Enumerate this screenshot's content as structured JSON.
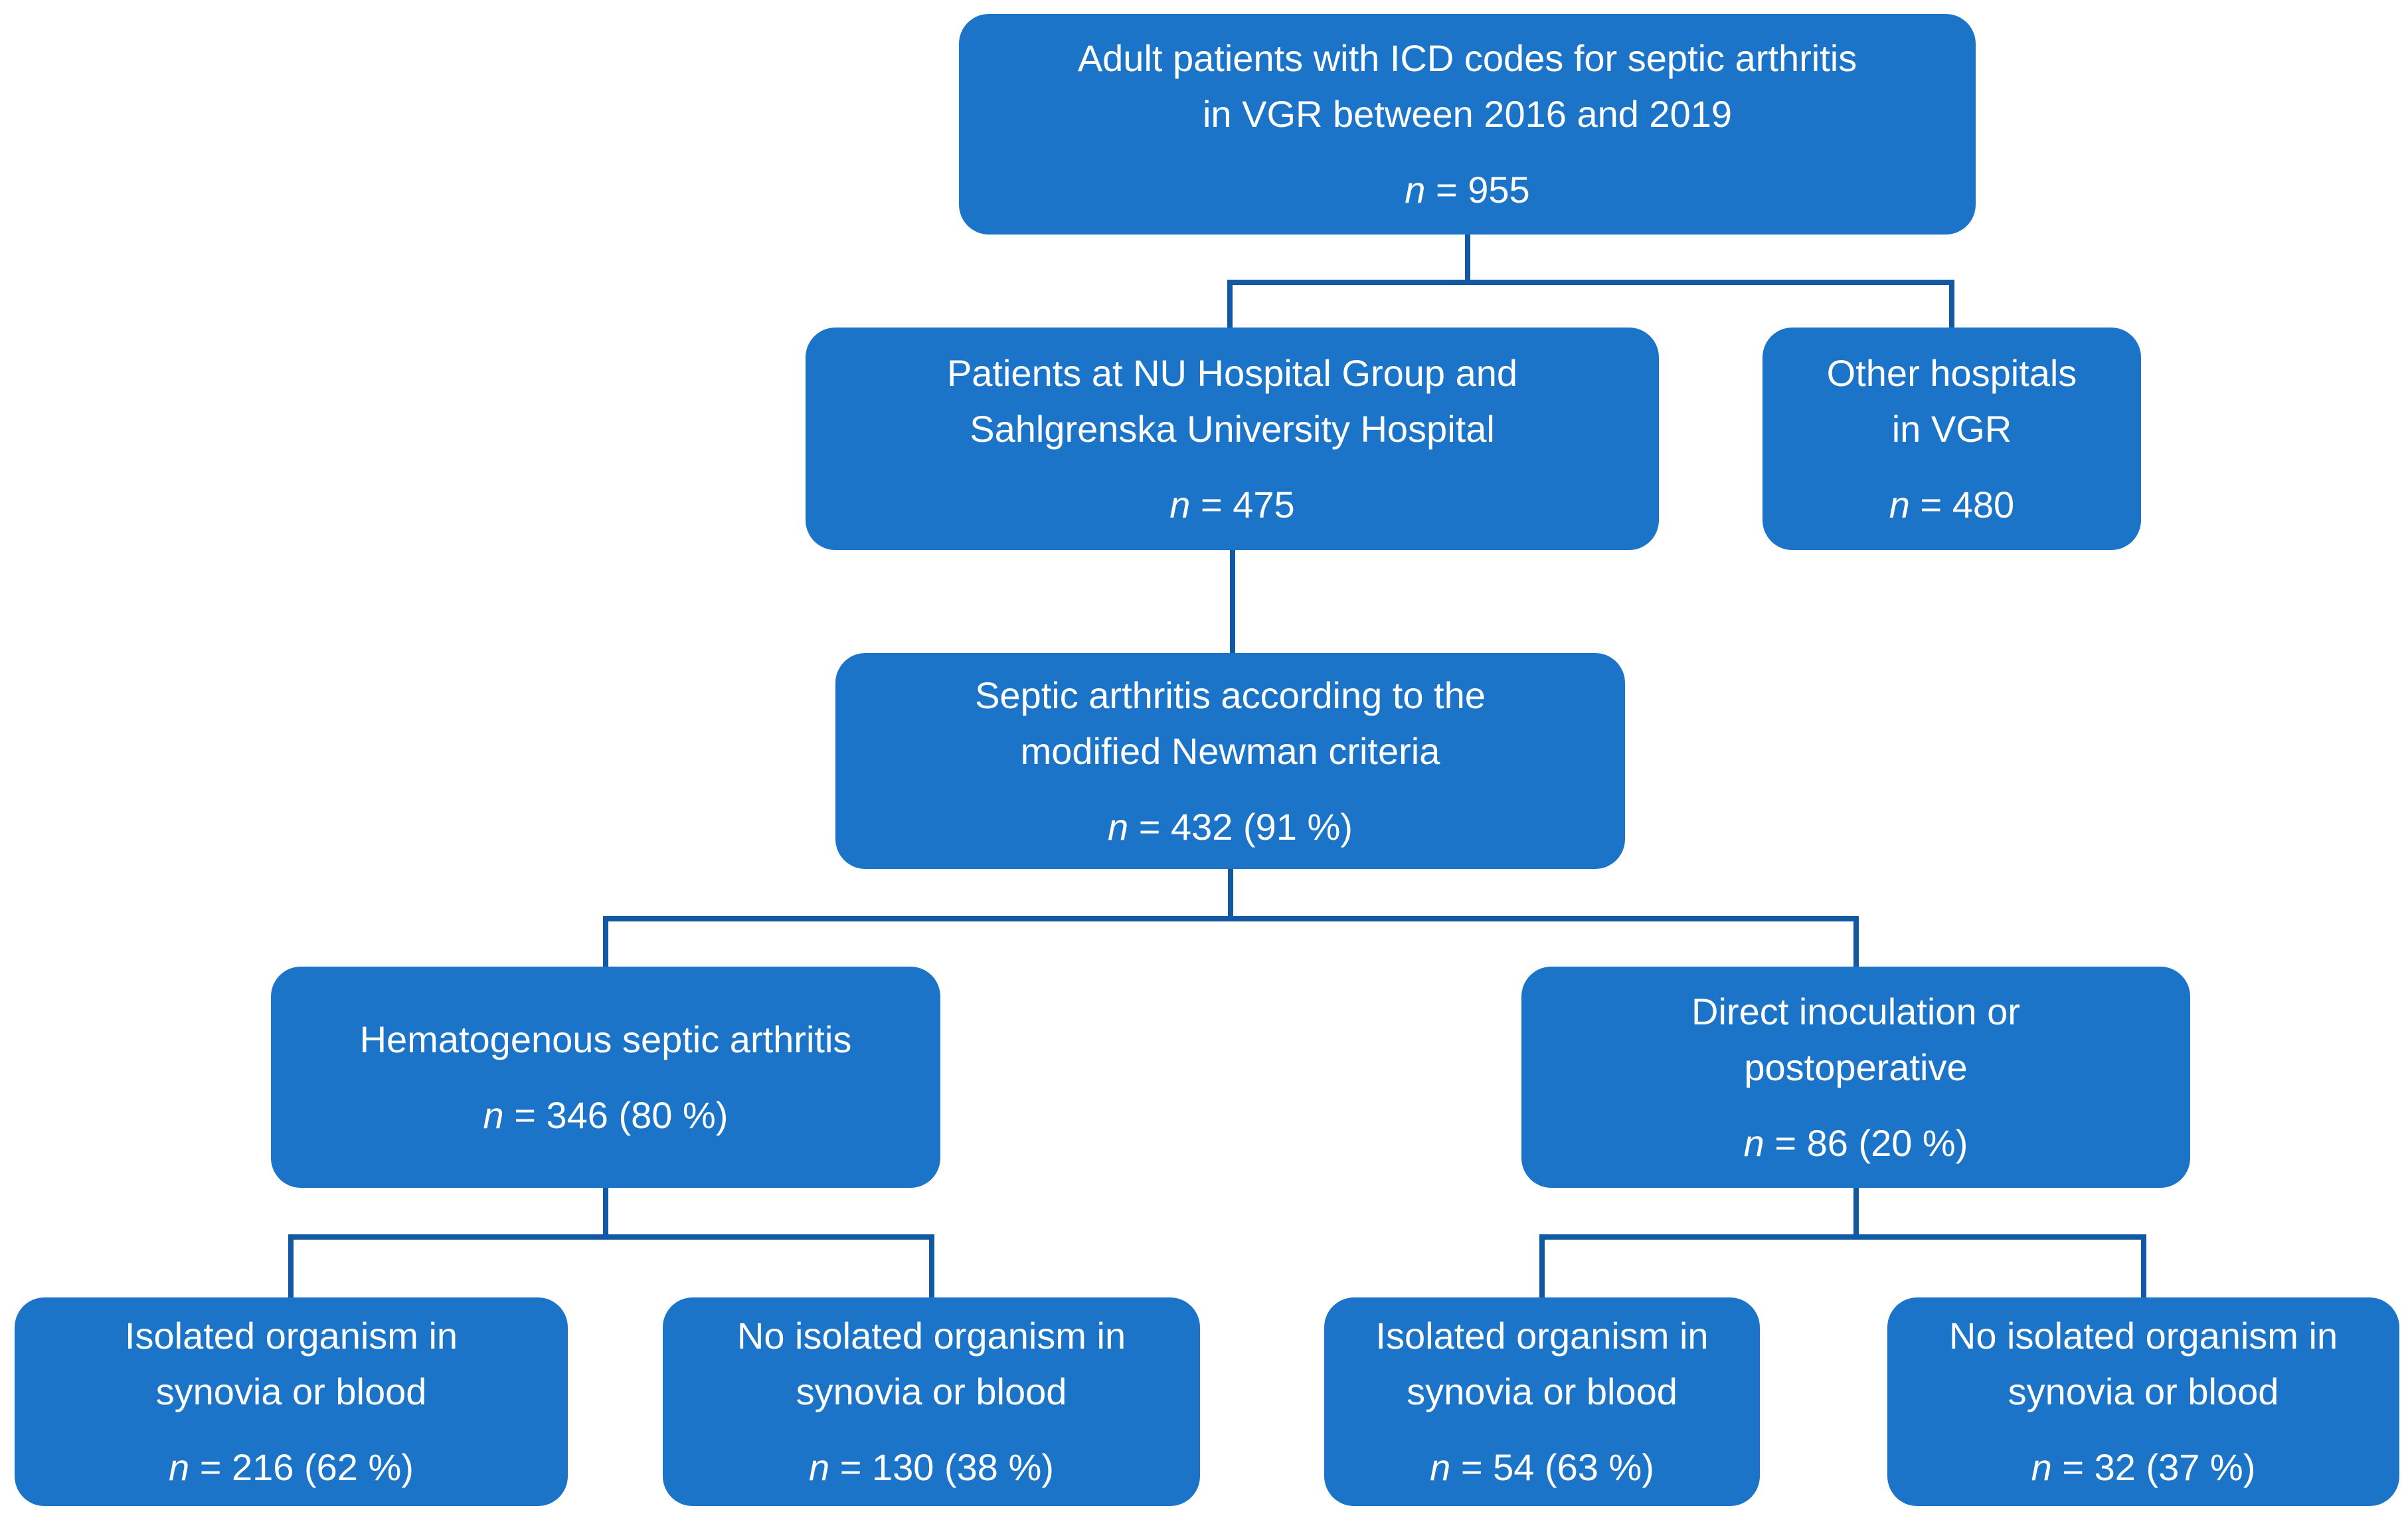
{
  "colors": {
    "box_fill": "#1b74c8",
    "connector": "#1159a3",
    "text": "#ffffff",
    "background": "#ffffff"
  },
  "flowchart": {
    "boxes": [
      {
        "key": "total",
        "label": "Adult patients with ICD codes for septic arthritis\nin VGR between 2016 and 2019",
        "n_symbol": "n",
        "n_value": "= 955"
      },
      {
        "key": "nu-sahlgrenska",
        "label": "Patients at NU Hospital Group and\nSahlgrenska University Hospital",
        "n_symbol": "n",
        "n_value": "= 475"
      },
      {
        "key": "other-hospitals",
        "label": "Other hospitals\nin VGR",
        "n_symbol": "n",
        "n_value": "= 480"
      },
      {
        "key": "newman-criteria",
        "label": "Septic arthritis according to the\nmodified Newman criteria",
        "n_symbol": "n",
        "n_value": "= 432 (91 %)"
      },
      {
        "key": "hematogenous",
        "label": "Hematogenous septic arthritis",
        "n_symbol": "n",
        "n_value": "= 346 (80 %)"
      },
      {
        "key": "direct-inoculation",
        "label": "Direct inoculation or\npostoperative",
        "n_symbol": "n",
        "n_value": "= 86 (20 %)"
      },
      {
        "key": "hematogenous-isolated-organism",
        "label": "Isolated organism in\nsynovia or blood",
        "n_symbol": "n",
        "n_value": "= 216 (62 %)"
      },
      {
        "key": "hematogenous-no-isolated-organism",
        "label": "No isolated organism in\nsynovia or blood",
        "n_symbol": "n",
        "n_value": "= 130 (38 %)"
      },
      {
        "key": "direct-isolated-organism",
        "label": "Isolated organism in\nsynovia or blood",
        "n_symbol": "n",
        "n_value": "= 54 (63 %)"
      },
      {
        "key": "direct-no-isolated-organism",
        "label": "No isolated organism in\nsynovia or blood",
        "n_symbol": "n",
        "n_value": "= 32 (37 %)"
      }
    ]
  }
}
